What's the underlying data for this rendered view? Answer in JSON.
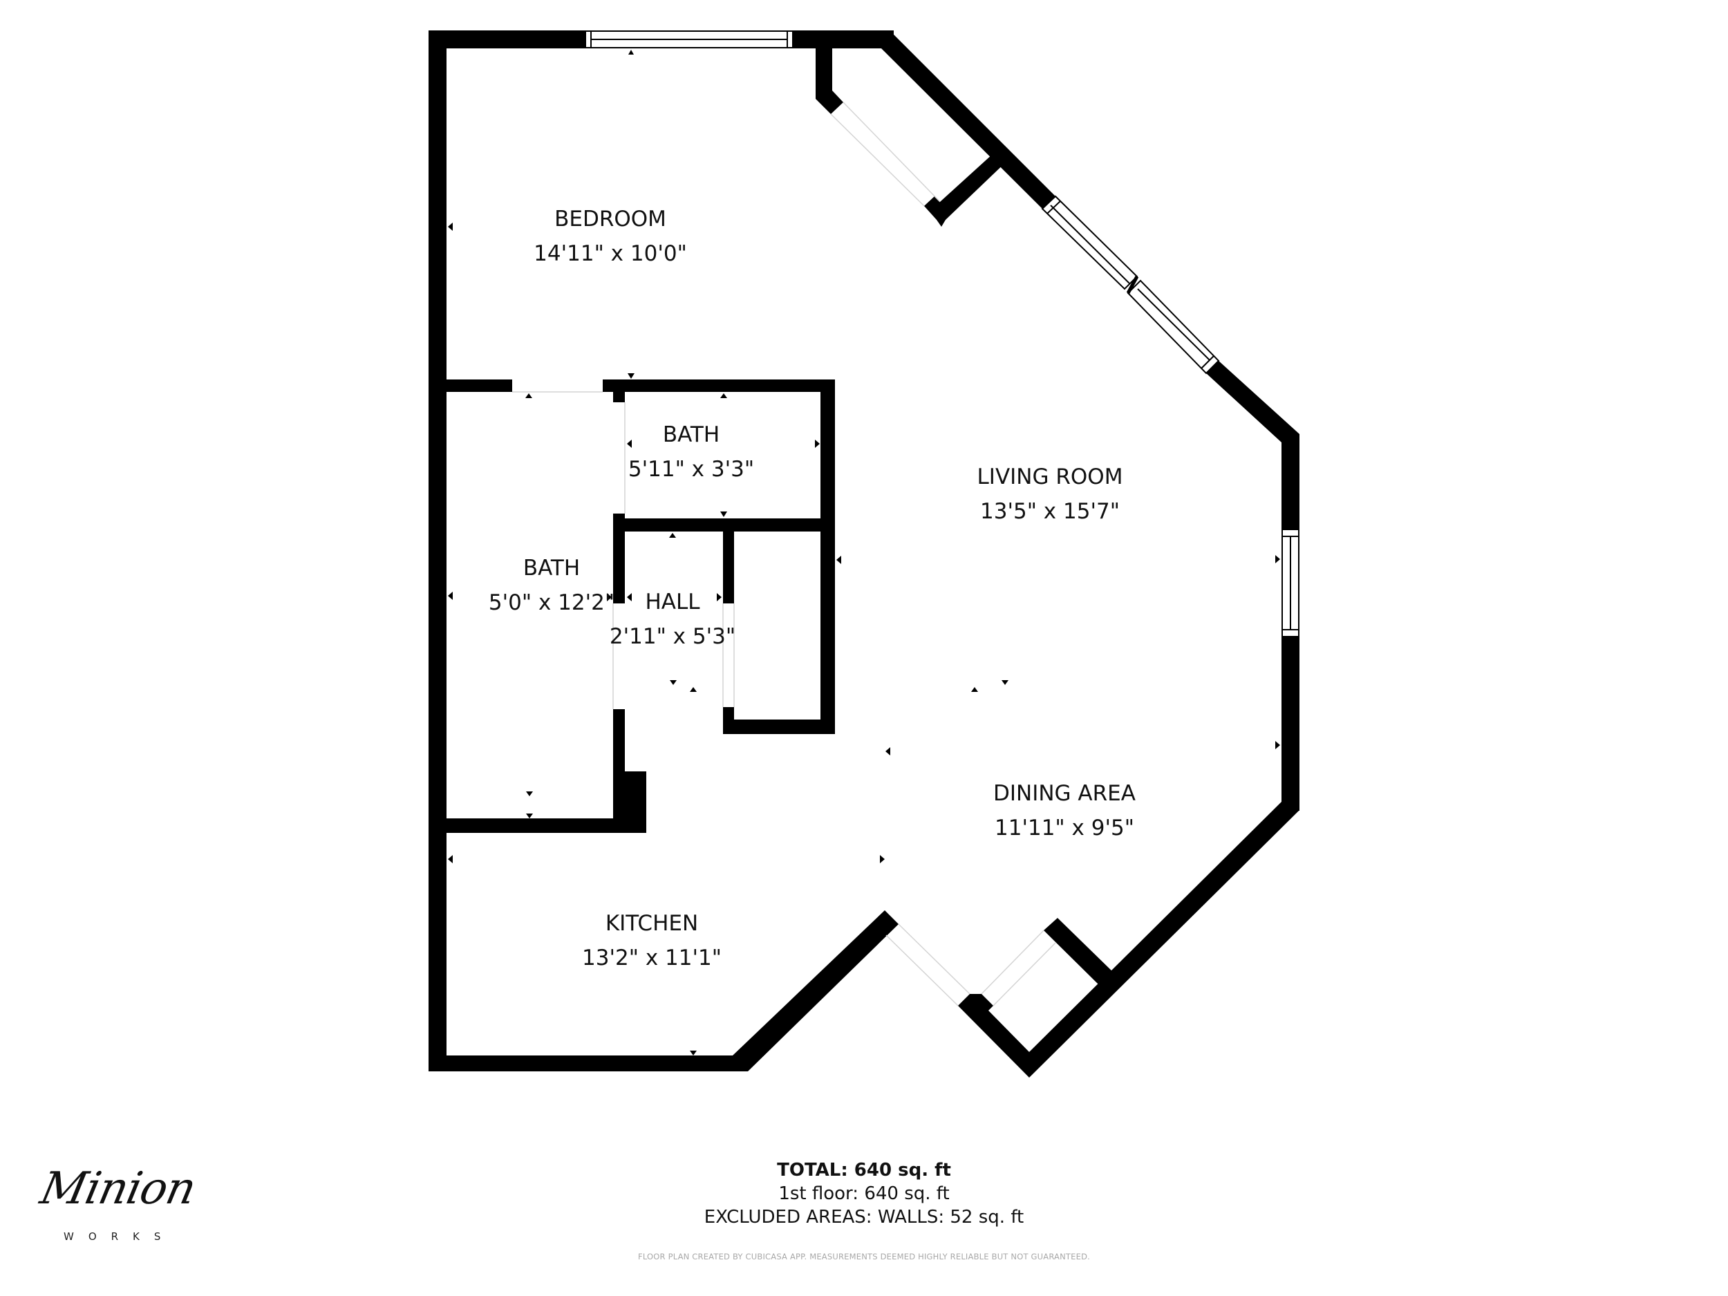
{
  "colors": {
    "wall": "#000000",
    "background": "#ffffff",
    "window_fill": "#ffffff",
    "door_line": "#d0d0d0",
    "disclaimer": "#a8a8a8"
  },
  "rooms": [
    {
      "id": "bedroom",
      "name": "BEDROOM",
      "dimensions": "14'11\" x 10'0\""
    },
    {
      "id": "living_room",
      "name": "LIVING ROOM",
      "dimensions": "13'5\" x 15'7\""
    },
    {
      "id": "bath_small",
      "name": "BATH",
      "dimensions": "5'11\" x 3'3\""
    },
    {
      "id": "bath_large",
      "name": "BATH",
      "dimensions": "5'0\" x 12'2\""
    },
    {
      "id": "hall",
      "name": "HALL",
      "dimensions": "2'11\" x 5'3\""
    },
    {
      "id": "dining_area",
      "name": "DINING AREA",
      "dimensions": "11'11\" x 9'5\""
    },
    {
      "id": "kitchen",
      "name": "KITCHEN",
      "dimensions": "13'2\" x 11'1\""
    }
  ],
  "summary": {
    "total": "TOTAL: 640 sq. ft",
    "floor": "1st floor: 640 sq. ft",
    "excluded": "EXCLUDED AREAS: WALLS: 52 sq. ft"
  },
  "disclaimer": "FLOOR PLAN CREATED BY CUBICASA APP. MEASUREMENTS DEEMED HIGHLY RELIABLE BUT NOT GUARANTEED.",
  "logo": {
    "script": "Minion",
    "subtitle": "WORKS"
  }
}
